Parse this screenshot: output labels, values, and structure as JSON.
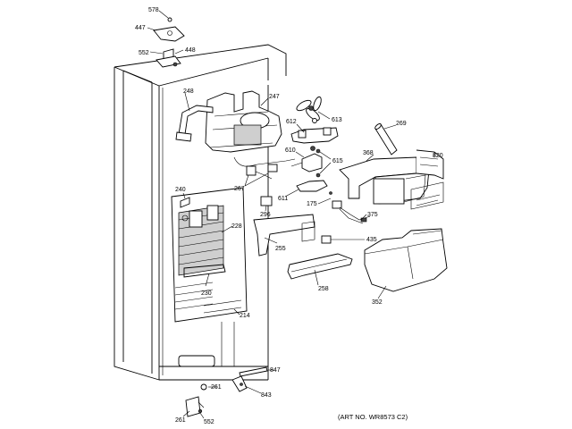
{
  "diagram": {
    "part_labels": {
      "p578": "578",
      "p447": "447",
      "p552a": "552",
      "p448": "448",
      "p248": "248",
      "p247": "247",
      "p613": "613",
      "p612": "612",
      "p269": "269",
      "p610": "610",
      "p615": "615",
      "p368": "368",
      "p820": "820",
      "p267": "267",
      "p240": "240",
      "p611": "611",
      "p175": "175",
      "p296": "296",
      "p375": "375",
      "p228": "228",
      "p255": "255",
      "p435": "435",
      "p230": "230",
      "p258": "258",
      "p352": "352",
      "p214": "214",
      "p847": "847",
      "p261a": "261",
      "p843": "843",
      "p261b": "261",
      "p552b": "552"
    },
    "art_number": "(ART NO. WR8573 C2)"
  }
}
